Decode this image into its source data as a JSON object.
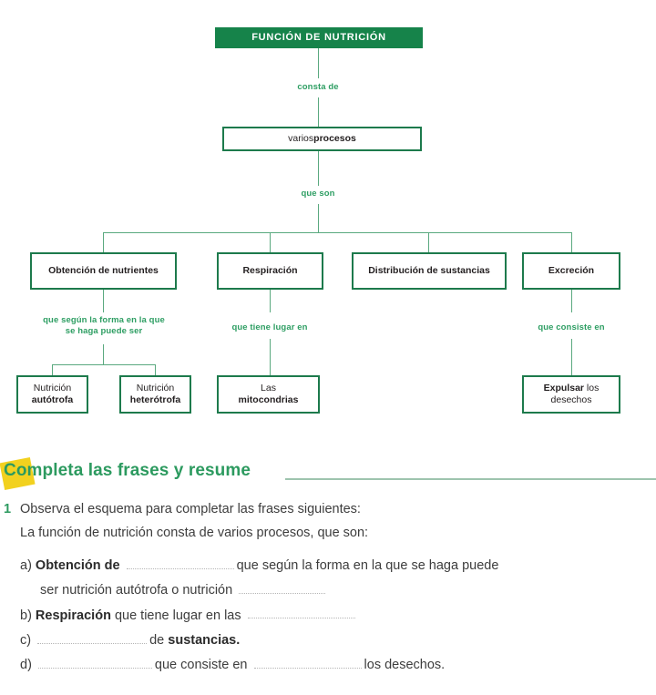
{
  "diagram": {
    "root": {
      "label": "FUNCIÓN DE NUTRICIÓN"
    },
    "edge_labels": {
      "consta_de": "consta de",
      "que_son": "que son",
      "que_segun": "que según la forma en la que",
      "que_segun_2": "se haga puede ser",
      "que_tiene_lugar_en": "que tiene lugar en",
      "que_consiste_en": "que consiste en"
    },
    "level2": {
      "lite": "varios ",
      "bold": "procesos"
    },
    "processes": [
      {
        "label": "Obtención de nutrientes"
      },
      {
        "label": "Respiración"
      },
      {
        "label": "Distribución de sustancias"
      },
      {
        "label": "Excreción"
      }
    ],
    "leaves": [
      {
        "lite": "Nutrición",
        "bold": "autótrofa"
      },
      {
        "lite": "Nutrición",
        "bold": "heterótrofa"
      },
      {
        "lite": "Las",
        "bold": "mitocondrias"
      },
      {
        "bold": "Expulsar",
        "lite": " los desechos"
      }
    ],
    "colors": {
      "banner_bg": "#16834a",
      "box_border": "#1d7a4c",
      "connector": "#5aa97f",
      "edge_label": "#2e9e63"
    }
  },
  "section": {
    "title": "Completa las frases y resume",
    "accent_color": "#2c9a5f",
    "tag_color": "#f2d11f"
  },
  "exercise": {
    "number": "1",
    "prompt": "Observa el esquema para completar las frases siguientes:",
    "intro": "La función de nutrición consta de varios procesos, que son:",
    "items": [
      {
        "marker": "a)",
        "line1": [
          {
            "t": "strong",
            "v": "Obtención de"
          },
          {
            "t": "blank",
            "w": 118
          },
          {
            "t": "text",
            "v": "que según la forma en la que se haga puede"
          }
        ],
        "line2": [
          {
            "t": "text",
            "v": "ser nutrición autótrofa o nutrición"
          },
          {
            "t": "blank",
            "w": 95
          }
        ]
      },
      {
        "marker": "b)",
        "line1": [
          {
            "t": "strong",
            "v": "Respiración"
          },
          {
            "t": "text",
            "v": "que tiene lugar en las"
          },
          {
            "t": "blank",
            "w": 118
          }
        ]
      },
      {
        "marker": "c)",
        "line1": [
          {
            "t": "blank",
            "w": 120
          },
          {
            "t": "text",
            "v": "de"
          },
          {
            "t": "strong",
            "v": "sustancias."
          }
        ]
      },
      {
        "marker": "d)",
        "line1": [
          {
            "t": "blank",
            "w": 125
          },
          {
            "t": "text",
            "v": "que consiste en"
          },
          {
            "t": "blank",
            "w": 118
          },
          {
            "t": "text",
            "v": "los desechos."
          }
        ]
      }
    ]
  }
}
